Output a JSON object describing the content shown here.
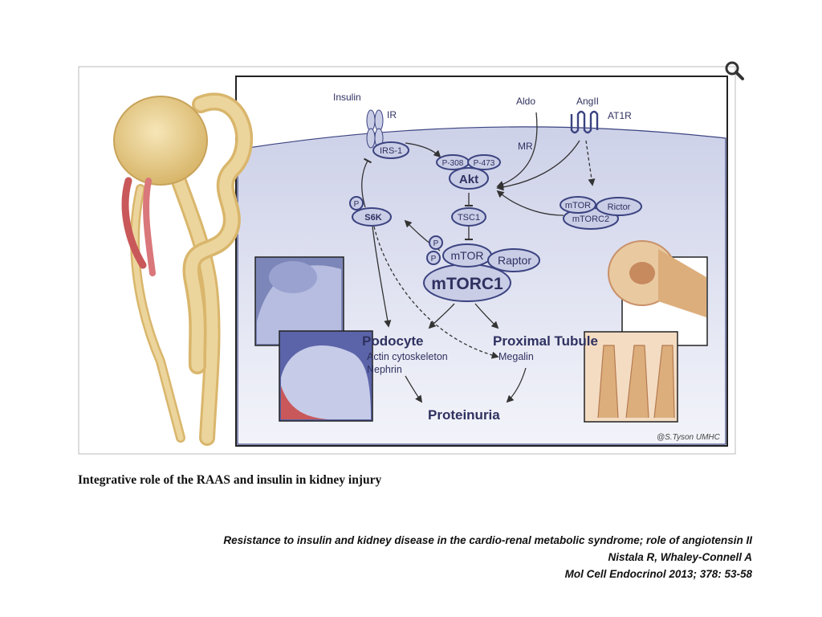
{
  "diagram": {
    "labels": {
      "insulin": "Insulin",
      "ir": "IR",
      "irs1": "IRS-1",
      "aldo": "Aldo",
      "angii": "AngII",
      "at1r": "AT1R",
      "mr": "MR",
      "p308": "P-308",
      "p473": "P-473",
      "akt": "Akt",
      "tsc1": "TSC1",
      "s6k": "S6K",
      "p": "P",
      "mtor": "mTOR",
      "raptor": "Raptor",
      "mtorc1": "mTORC1",
      "rictor": "Rictor",
      "mtorc2": "mTORC2",
      "podocyte": "Podocyte",
      "actin": "Actin cytoskeleton",
      "nephrin": "Nephrin",
      "proximal_tubule": "Proximal Tubule",
      "megalin": "Megalin",
      "proteinuria": "Proteinuria",
      "signature": "@S.Tyson UMHC"
    },
    "colors": {
      "oval_fill": "#c9cde6",
      "oval_stroke": "#3b4380",
      "cell_fill": "#dfe2f0",
      "kidney": "#e8cf8e",
      "vessel": "#c9585a"
    }
  },
  "caption": "Integrative role of the RAAS and insulin in kidney injury",
  "citation": {
    "line1": "Resistance to insulin and kidney disease in the cardio-renal metabolic syndrome; role of angiotensin II",
    "line2": "Nistala R, Whaley-Connell A",
    "line3": "Mol Cell  Endocrinol 2013; 378: 53-58"
  },
  "icons": {
    "zoom": "magnifier-icon"
  }
}
